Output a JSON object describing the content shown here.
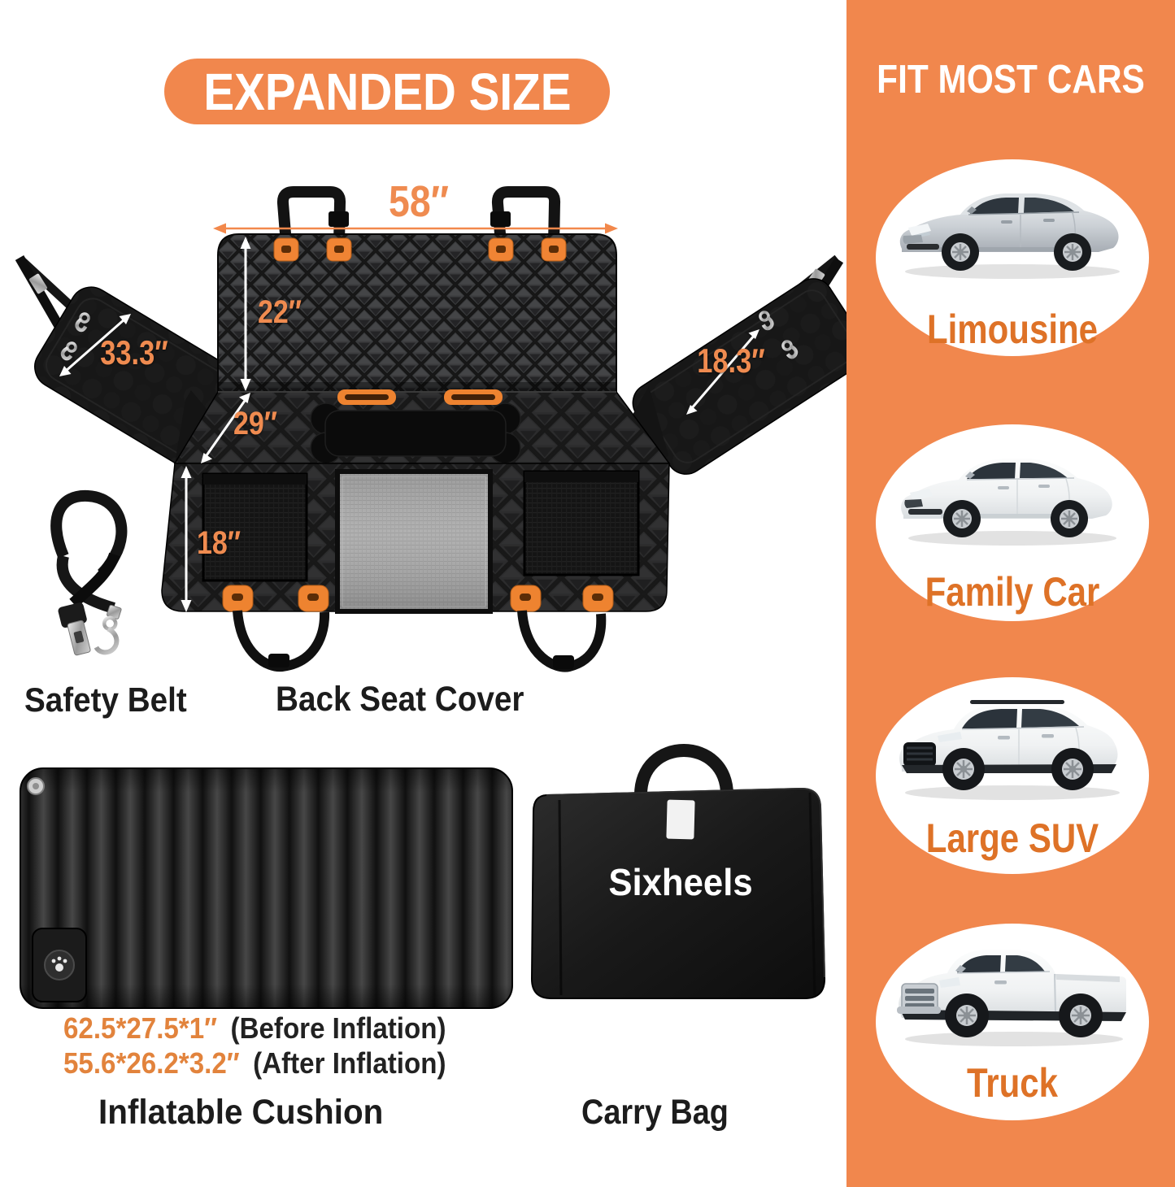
{
  "colors": {
    "panel_orange": "#F1874D",
    "label_orange": "#DE7227",
    "dimension_orange": "#EF8B50",
    "text_dark": "#1C1C1C"
  },
  "badge": {
    "label": "EXPANDED SIZE"
  },
  "cover": {
    "dim_width": "58″",
    "dim_back_height": "22″",
    "dim_left_flap": "33.3″",
    "dim_right_flap": "18.3″",
    "dim_seat_depth": "29″",
    "dim_front_height": "18″",
    "label": "Back Seat Cover"
  },
  "safety_belt": {
    "label": "Safety Belt"
  },
  "cushion": {
    "label": "Inflatable Cushion",
    "specs": [
      {
        "size": "62.5*27.5*1″",
        "note": "(Before Inflation)"
      },
      {
        "size": "55.6*26.2*3.2″",
        "note": "(After Inflation)"
      }
    ]
  },
  "bag": {
    "brand": "Sixheels",
    "label": "Carry Bag"
  },
  "fit_panel": {
    "title": "FIT MOST CARS",
    "vehicles": [
      {
        "label": "Limousine"
      },
      {
        "label": "Family Car"
      },
      {
        "label": "Large SUV"
      },
      {
        "label": "Truck"
      }
    ]
  }
}
